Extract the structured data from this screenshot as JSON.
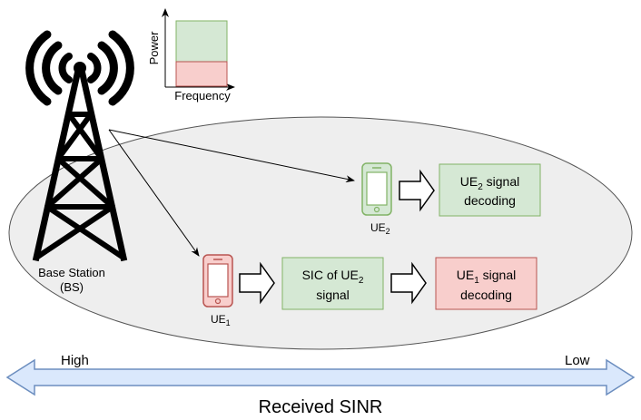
{
  "spectrum": {
    "y_axis_label": "Power",
    "x_axis_label": "Frequency"
  },
  "base_station": {
    "label_line1": "Base Station",
    "label_line2": "(BS)"
  },
  "ue2": {
    "label": "UE",
    "label_sub": "2",
    "decode_line1_pre": "UE",
    "decode_line1_sub": "2",
    "decode_line1_post": " signal",
    "decode_line2": "decoding"
  },
  "ue1": {
    "label": "UE",
    "label_sub": "1",
    "sic_line1_pre": "SIC of UE",
    "sic_line1_sub": "2",
    "sic_line2": "signal",
    "decode_line1_pre": "UE",
    "decode_line1_sub": "1",
    "decode_line1_post": " signal",
    "decode_line2": "decoding"
  },
  "sinr_axis": {
    "left_label": "High",
    "right_label": "Low",
    "title": "Received SINR"
  },
  "colors": {
    "green_fill": "#d5e8d4",
    "green_stroke": "#82b366",
    "red_fill": "#f8cecc",
    "red_stroke": "#b85450",
    "ellipse_fill": "#eeeeee",
    "arrow_fill": "#dae8fc",
    "arrow_stroke": "#6c8ebf"
  }
}
